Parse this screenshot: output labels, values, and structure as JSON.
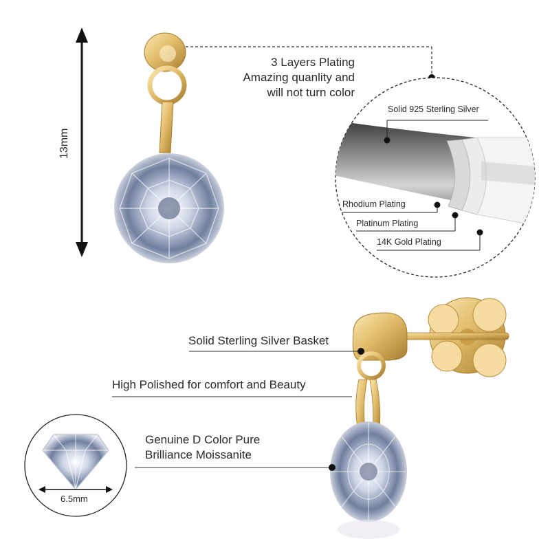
{
  "dimension": {
    "height_label": "13mm",
    "stone_width_label": "6.5mm"
  },
  "plating_callout": {
    "line1": "3 Layers Plating",
    "line2": "Amazing quanlity and",
    "line3": "will not turn color"
  },
  "cross_section": {
    "core": "Solid 925 Sterling Silver",
    "layer1": "Rhodium Plating",
    "layer2": "Platinum Plating",
    "layer3": "14K Gold Plating"
  },
  "features": {
    "basket": "Solid Sterling Silver Basket",
    "polish": "High Polished for comfort and Beauty",
    "stone_line1": "Genuine D Color Pure",
    "stone_line2": "Brilliance Moissanite"
  },
  "colors": {
    "gold": "#e2bd6b",
    "gold_dark": "#b88f3c",
    "silver": "#9a9a9a",
    "line": "#333333"
  }
}
